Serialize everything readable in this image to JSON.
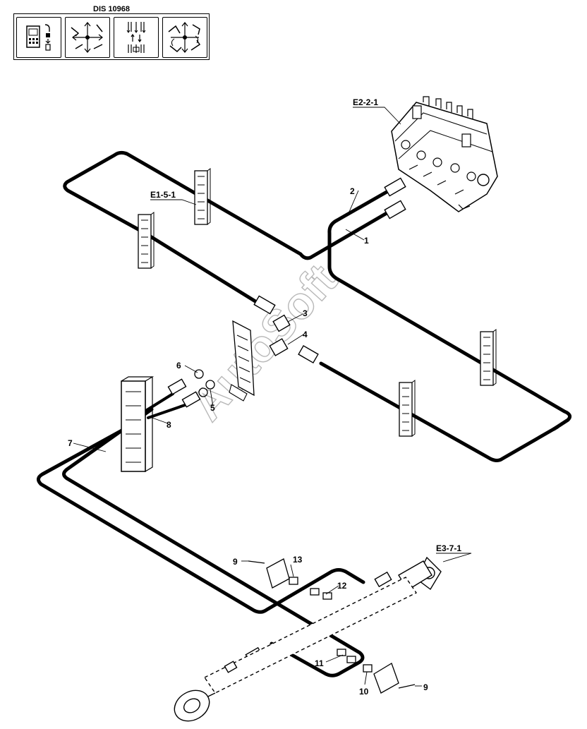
{
  "header": {
    "code": "DIS 10968",
    "icons": [
      "control-panel-icon",
      "machine-movements-icon",
      "hydraulic-arrows-icon",
      "boom-movements-icon"
    ]
  },
  "references": {
    "valve": "E2-2-1",
    "bracket": "E1-5-1",
    "cylinder": "E3-7-1"
  },
  "callouts": {
    "c1": "1",
    "c2": "2",
    "c3": "3",
    "c4": "4",
    "c5": "5",
    "c6": "6",
    "c7": "7",
    "c8": "8",
    "c9a": "9",
    "c9b": "9",
    "c10": "10",
    "c11": "11",
    "c12": "12",
    "c13": "13"
  },
  "watermark": "AutoSoft"
}
